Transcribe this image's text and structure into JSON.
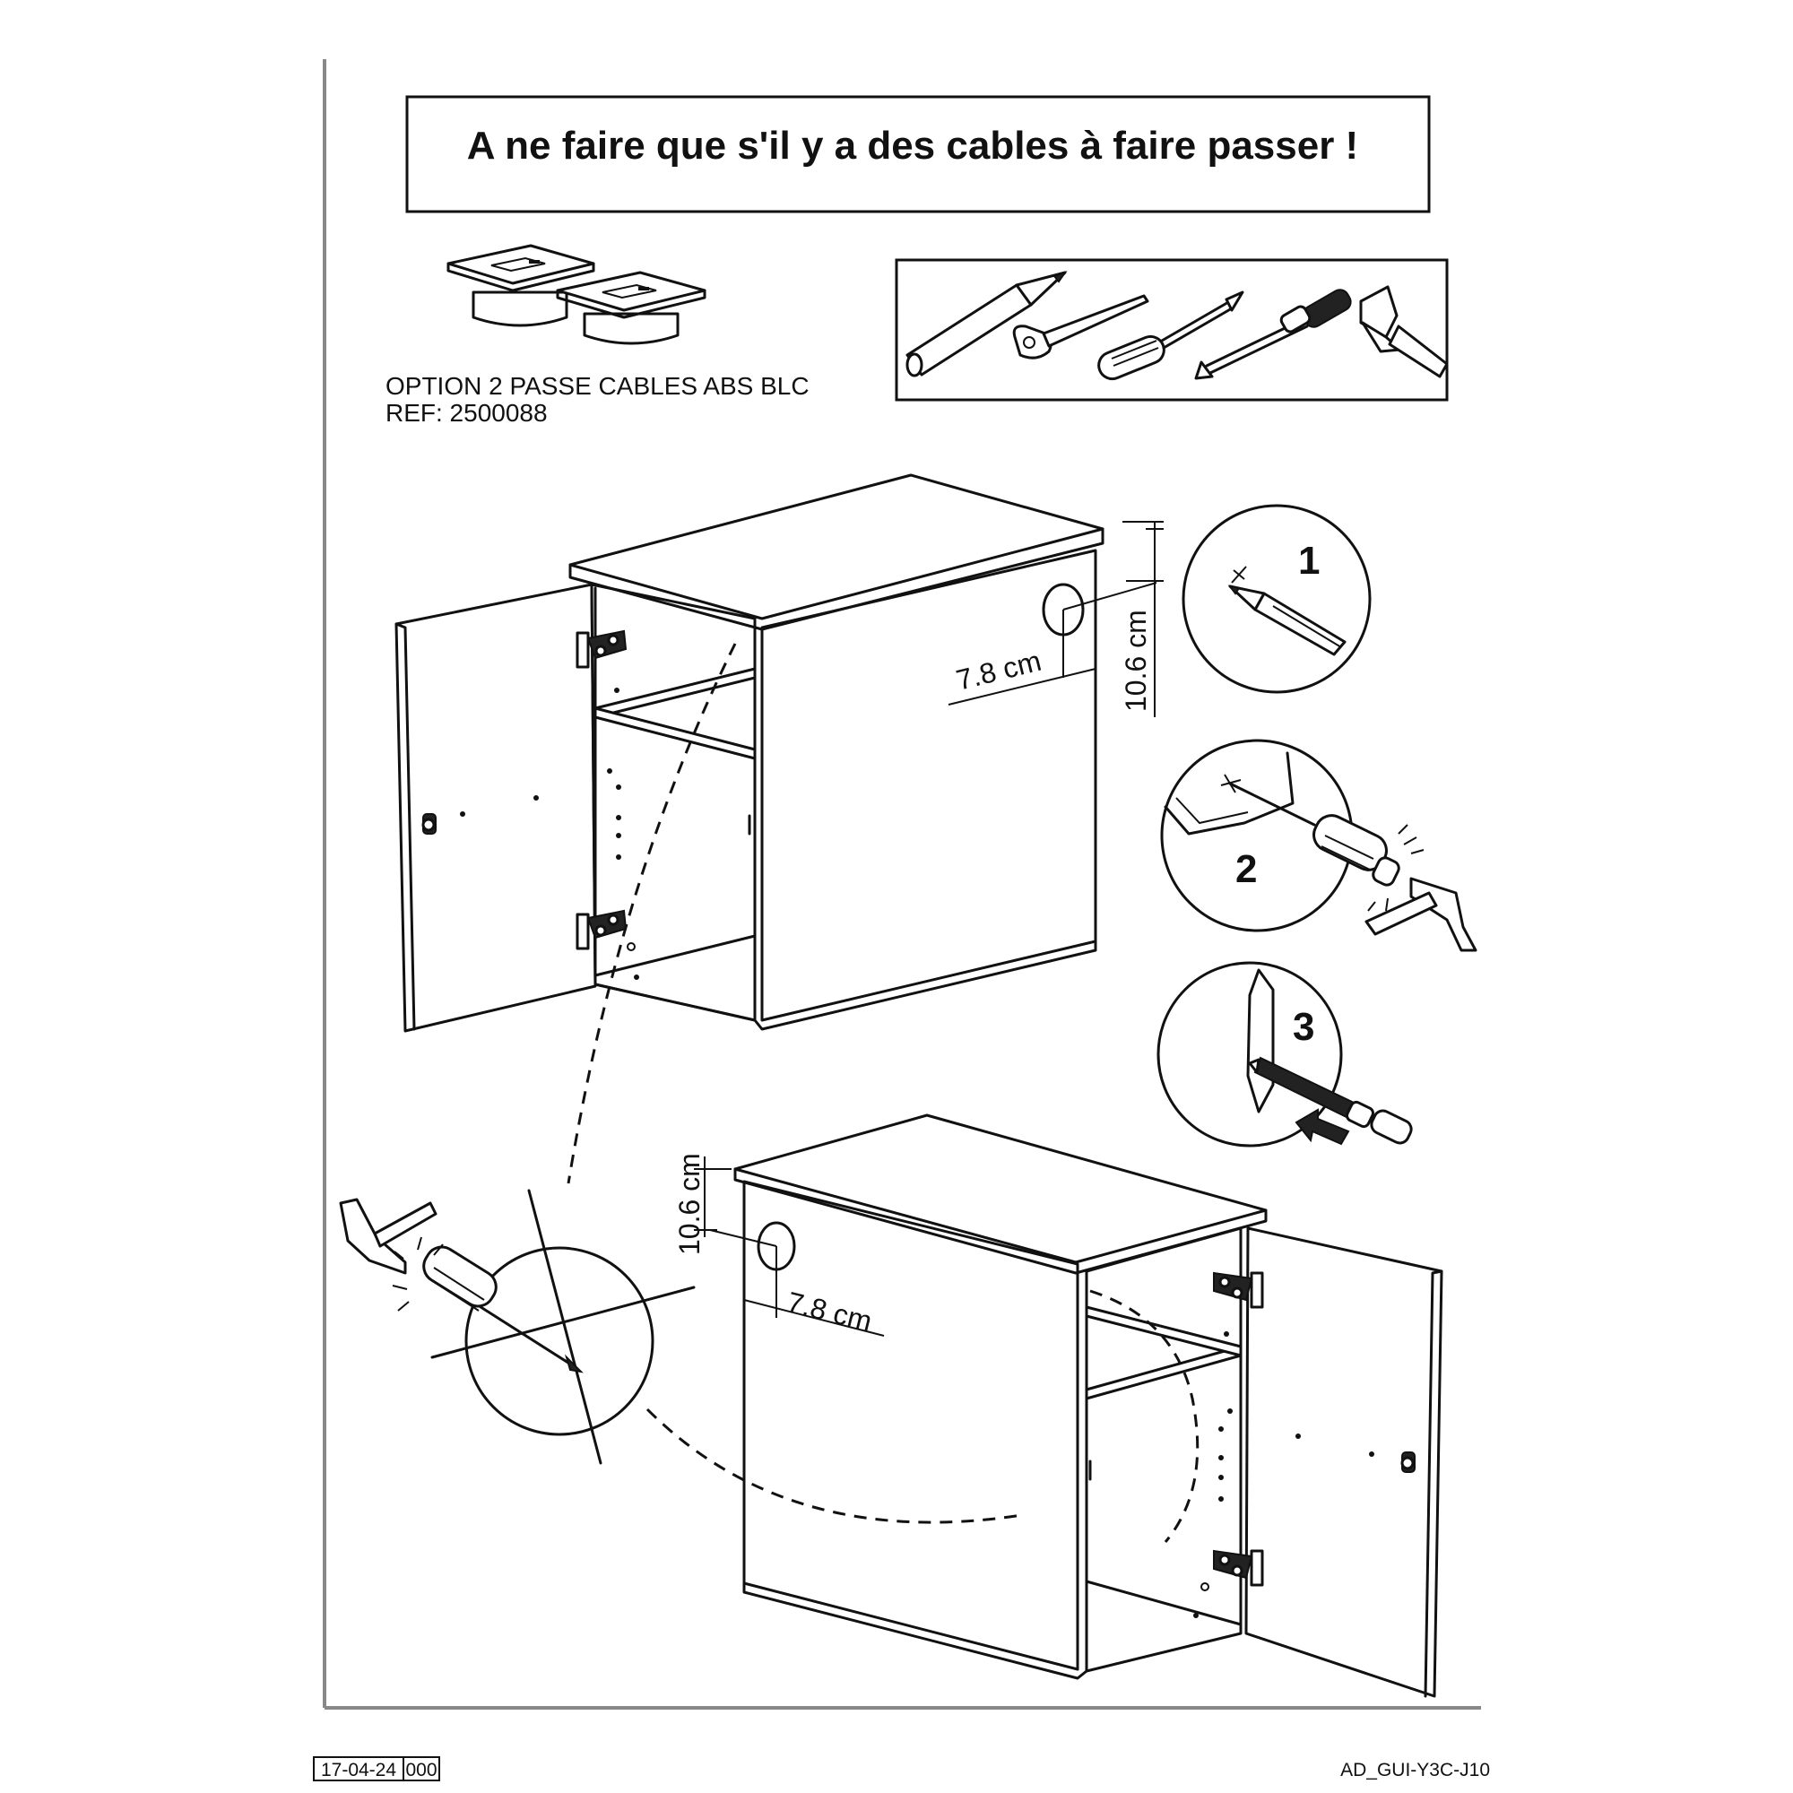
{
  "warning": {
    "text": "A ne faire que s'il y a des cables à faire passer !"
  },
  "option": {
    "line1": "OPTION 2 PASSE CABLES ABS BLC",
    "line2": "REF: 2500088"
  },
  "tools": [
    "pencil-icon",
    "tape-measure-icon",
    "screwdriver-icon",
    "awl-icon",
    "hammer-icon"
  ],
  "upper_cabinet": {
    "horizontal_dim": "7.8 cm",
    "vertical_dim": "10.6 cm"
  },
  "lower_cabinet": {
    "horizontal_dim": "7.8 cm",
    "vertical_dim": "10.6 cm"
  },
  "steps": [
    {
      "number": "1",
      "action": "mark"
    },
    {
      "number": "2",
      "action": "punch"
    },
    {
      "number": "3",
      "action": "cut"
    }
  ],
  "footer": {
    "date": "17-04-24",
    "code": "000",
    "ref": "AD_GUI-Y3C-J10"
  }
}
